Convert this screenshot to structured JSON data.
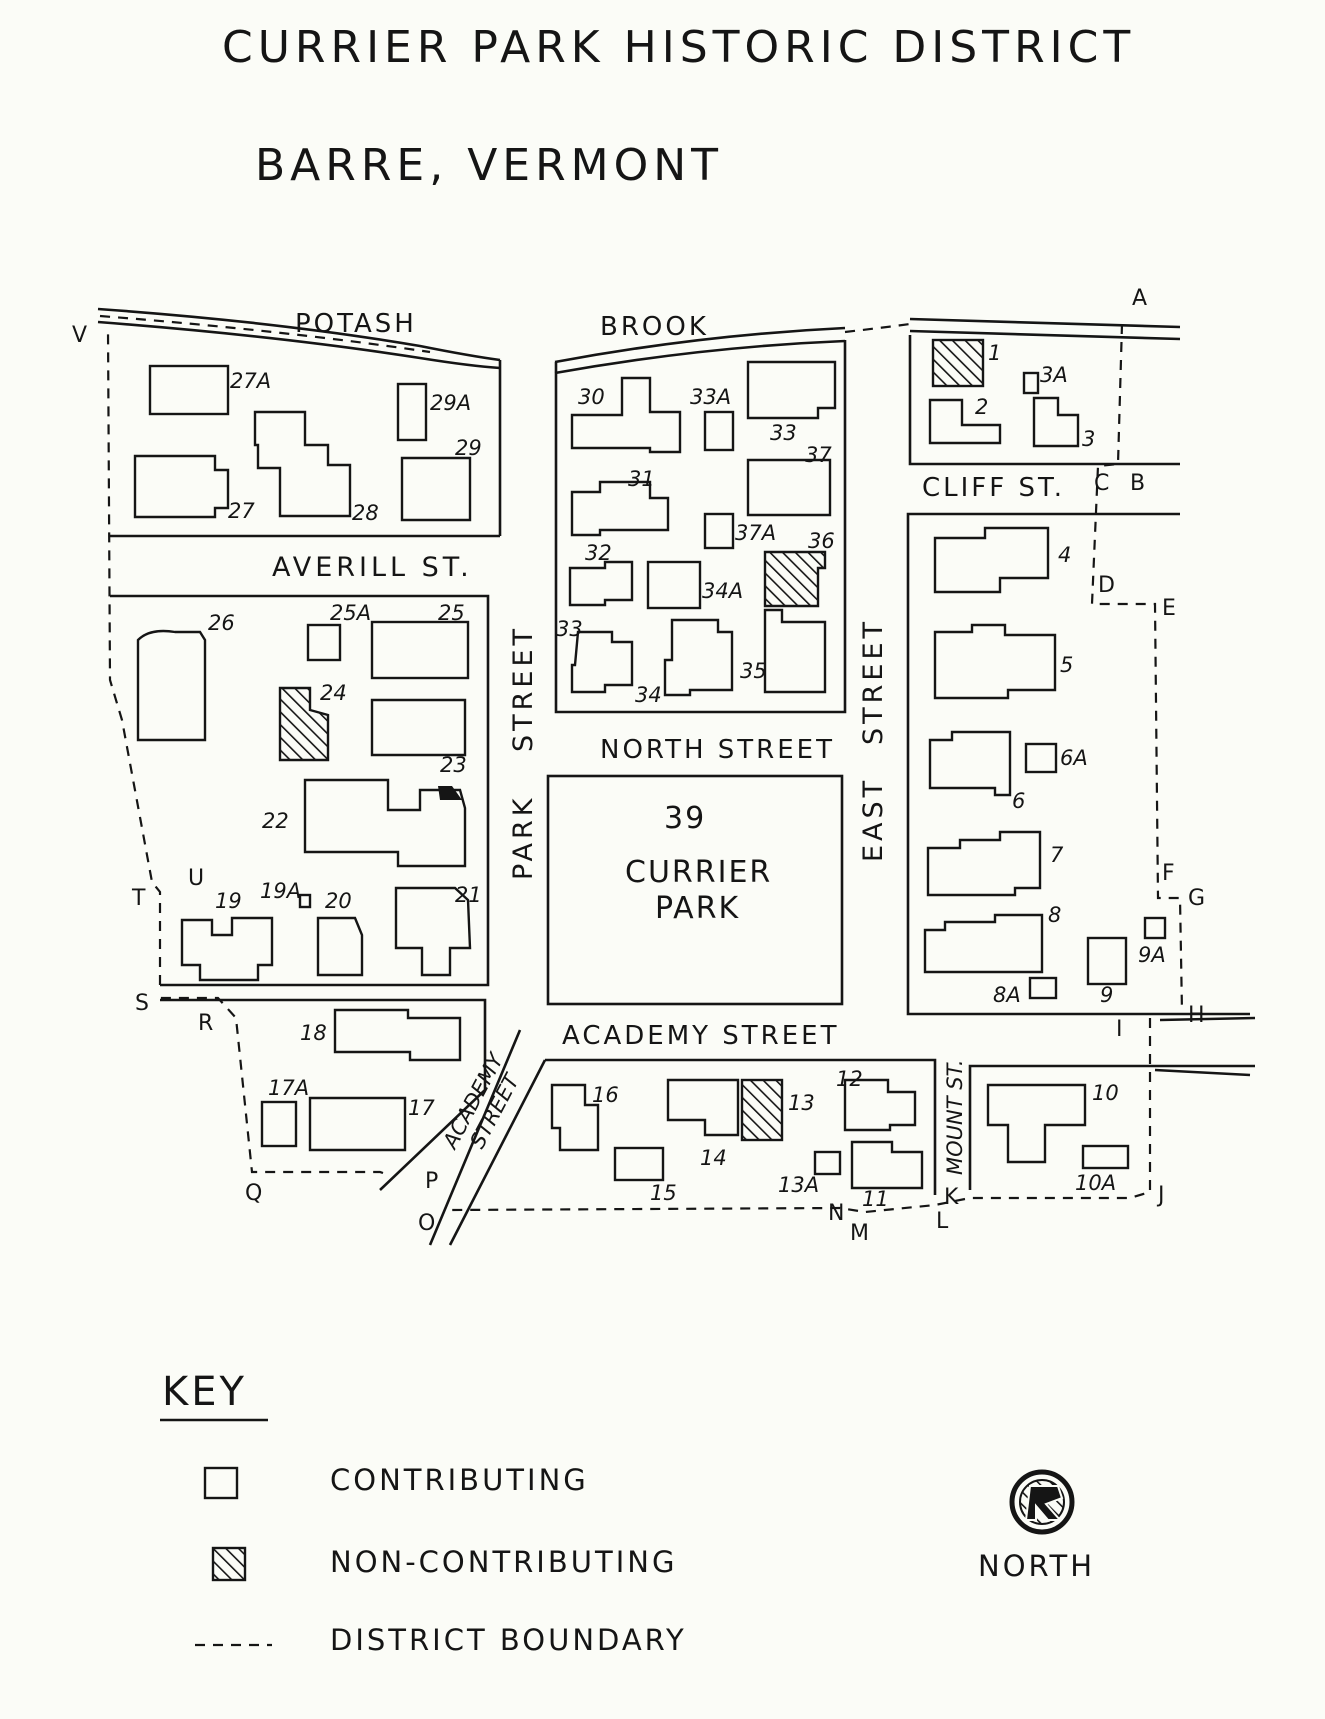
{
  "title": "CURRIER PARK HISTORIC DISTRICT",
  "subtitle": "BARRE, VERMONT",
  "streets": {
    "potash": "POTASH",
    "brook": "BROOK",
    "cliff": "CLIFF ST.",
    "averill": "AVERILL ST.",
    "north": "NORTH STREET",
    "park_street": "STREET",
    "park_park": "PARK",
    "east_street": "STREET",
    "east_east": "EAST",
    "academy": "ACADEMY STREET",
    "academy_diag": "ACADEMY",
    "academy_diag2": "STREET",
    "mount": "MOUNT ST."
  },
  "park": {
    "number": "39",
    "line1": "CURRIER",
    "line2": "PARK"
  },
  "buildings": {
    "b1": "1",
    "b2": "2",
    "b3": "3",
    "b3a": "3A",
    "b4": "4",
    "b5": "5",
    "b6": "6",
    "b6a": "6A",
    "b7": "7",
    "b8": "8",
    "b8a": "8A",
    "b9": "9",
    "b9a": "9A",
    "b10": "10",
    "b10a": "10A",
    "b11": "11",
    "b12": "12",
    "b13": "13",
    "b13a": "13A",
    "b14": "14",
    "b15": "15",
    "b16": "16",
    "b17": "17",
    "b17a": "17A",
    "b18": "18",
    "b19": "19",
    "b19a": "19A",
    "b20": "20",
    "b21": "21",
    "b22": "22",
    "b23": "23",
    "b24": "24",
    "b25": "25",
    "b25a": "25A",
    "b26": "26",
    "b27": "27",
    "b27a": "27A",
    "b28": "28",
    "b29": "29",
    "b29a": "29A",
    "b30": "30",
    "b31": "31",
    "b32": "32",
    "b33a": "33A",
    "b33": "33",
    "b33b": "33",
    "b34": "34",
    "b34a": "34A",
    "b35": "35",
    "b36": "36",
    "b37": "37",
    "b37a": "37A"
  },
  "boundary_points": {
    "A": "A",
    "B": "B",
    "C": "C",
    "D": "D",
    "E": "E",
    "F": "F",
    "G": "G",
    "H": "H",
    "I": "I",
    "J": "J",
    "K": "K",
    "L": "L",
    "M": "M",
    "N": "N",
    "O": "O",
    "P": "P",
    "Q": "Q",
    "R": "R",
    "S": "S",
    "T": "T",
    "U": "U",
    "V": "V"
  },
  "key": {
    "heading": "KEY",
    "contributing": "CONTRIBUTING",
    "non_contributing": "NON-CONTRIBUTING",
    "boundary": "DISTRICT BOUNDARY",
    "north": "NORTH"
  },
  "colors": {
    "ink": "#151515",
    "paper": "#fbfcf7"
  }
}
